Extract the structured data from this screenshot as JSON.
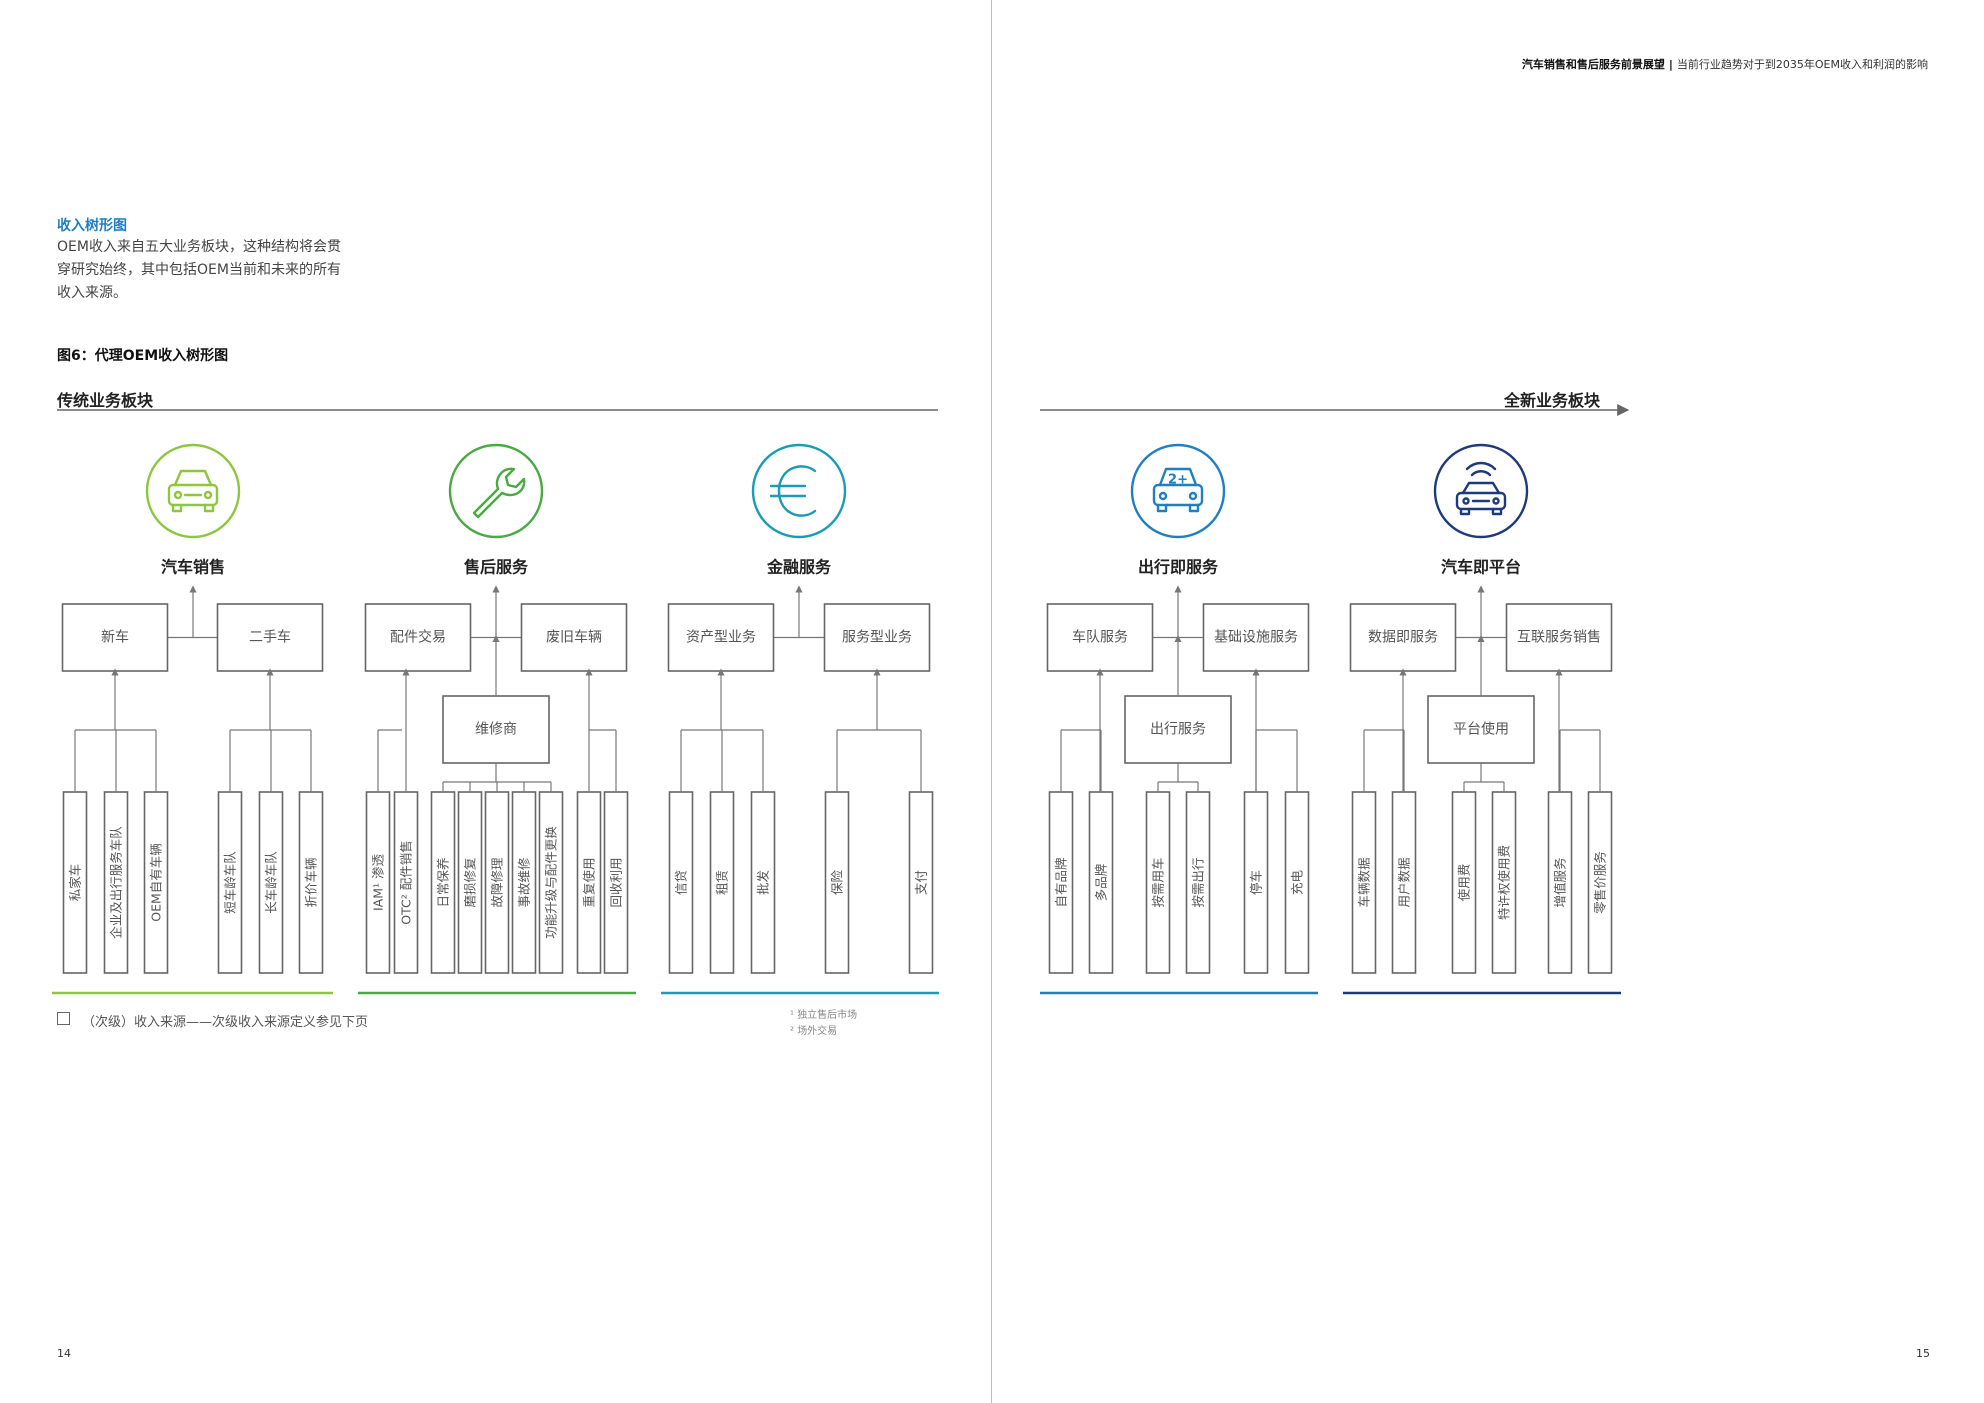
{
  "header": {
    "title": "汽车销售和售后服务前景展望",
    "separator": "|",
    "subtitle": "当前行业趋势对于到2035年OEM收入和利润的影响"
  },
  "intro": {
    "title": "收入树形图",
    "body": "OEM收入来自五大业务板块，这种结构将会贯穿研究始终，其中包括OEM当前和未来的所有收入来源。"
  },
  "figure_title": "图6：代理OEM收入树形图",
  "segments": {
    "traditional": "传统业务板块",
    "new": "全新业务板块"
  },
  "colors": {
    "green_light": "#8dc63f",
    "green": "#49a942",
    "teal": "#1b9cb5",
    "blue": "#1f7fc1",
    "navy": "#1f3a7a",
    "box_border": "#666666",
    "line": "#777777"
  },
  "categories": [
    {
      "name": "汽车销售",
      "icon": "car-icon",
      "color": "#8dc63f",
      "level2": [
        "新车",
        "二手车"
      ],
      "hub": null,
      "leaves": [
        "私家车",
        "企业及出行服务车队",
        "OEM自有车辆",
        "短车龄车队",
        "长车龄车队",
        "折价车辆"
      ]
    },
    {
      "name": "售后服务",
      "icon": "wrench-icon",
      "color": "#49a942",
      "level2": [
        "配件交易",
        "废旧车辆"
      ],
      "hub": "维修商",
      "leaves": [
        "IAM¹ 渗透",
        "OTC² 配件销售",
        "日常保养",
        "磨损修复",
        "故障修理",
        "事故维修",
        "功能升级与配件更换",
        "重复使用",
        "回收利用"
      ]
    },
    {
      "name": "金融服务",
      "icon": "euro-icon",
      "color": "#1b9cb5",
      "level2": [
        "资产型业务",
        "服务型业务"
      ],
      "hub": null,
      "leaves": [
        "信贷",
        "租赁",
        "批发",
        "保险",
        "支付"
      ]
    },
    {
      "name": "出行即服务",
      "icon": "car-2plus-icon",
      "color": "#1f7fc1",
      "level2": [
        "车队服务",
        "基础设施服务"
      ],
      "hub": "出行服务",
      "leaves": [
        "自有品牌",
        "多品牌",
        "按需用车",
        "按需出行",
        "停车",
        "充电"
      ]
    },
    {
      "name": "汽车即平台",
      "icon": "connected-car-icon",
      "color": "#1f3a7a",
      "level2": [
        "数据即服务",
        "互联服务销售"
      ],
      "hub": "平台使用",
      "leaves": [
        "车辆数据",
        "用户数据",
        "使用费",
        "特许权使用费",
        "增值服务",
        "零售价服务"
      ]
    }
  ],
  "legend": {
    "text": "（次级）收入来源——次级收入来源定义参见下页"
  },
  "footnotes": {
    "note1": "¹ 独立售后市场",
    "note2": "² 场外交易"
  },
  "page_numbers": {
    "left": "14",
    "right": "15"
  }
}
